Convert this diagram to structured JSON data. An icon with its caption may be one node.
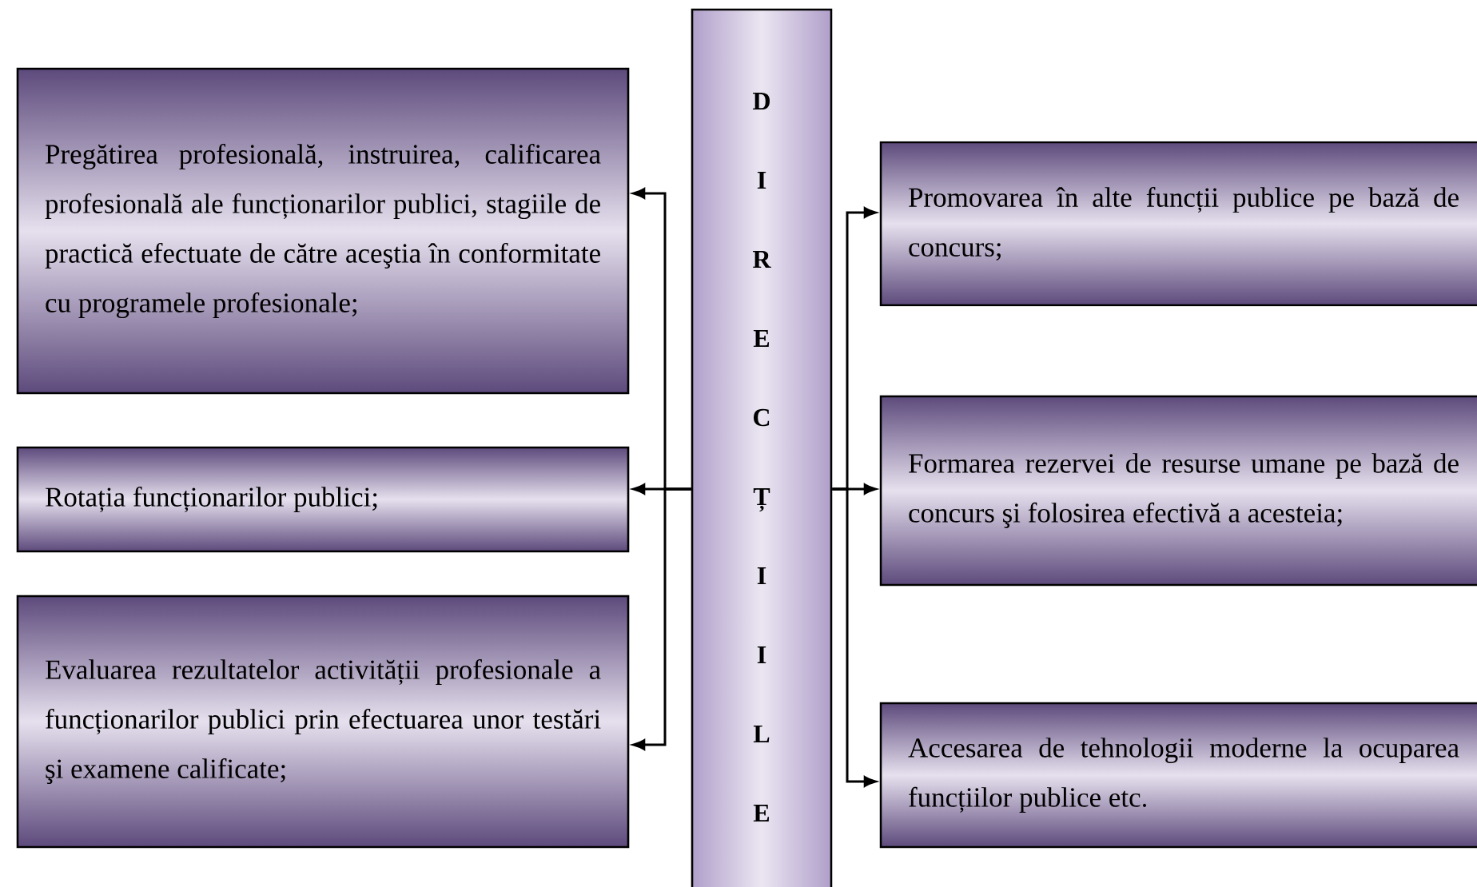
{
  "diagram": {
    "nodes": [
      {
        "text": [
          "Pregătirea profesională, instruirea, calificarea profesională ale funcționarilor publici, stagiile de practică efectuate de către aceştia în conformitate cu programele profesionale;"
        ]
      },
      {
        "text": [
          "Rotația funcționarilor publici;"
        ]
      },
      {
        "text": [
          "Evaluarea rezultatelor activității profesionale a funcționarilor publici prin efectuarea unor testări şi examene calificate;"
        ]
      },
      {
        "text": [
          "DIRECȚIILE"
        ]
      },
      {
        "text": [
          "Promovarea în alte funcții publice pe bază de concurs;"
        ]
      },
      {
        "text": [
          "Formarea rezervei de resurse umane pe bază de concurs şi folosirea efectivă a acesteia;"
        ]
      },
      {
        "text": [
          "Accesarea de tehnologii moderne la ocuparea funcțiilor publice etc."
        ]
      }
    ],
    "edges": [
      {
        "from": 3,
        "to": 0,
        "arrow": "to"
      },
      {
        "from": 3,
        "to": 1,
        "arrow": "to"
      },
      {
        "from": 3,
        "to": 2,
        "arrow": "to"
      },
      {
        "from": 3,
        "to": 4,
        "arrow": "to"
      },
      {
        "from": 3,
        "to": 5,
        "arrow": "to"
      },
      {
        "from": 3,
        "to": 6,
        "arrow": "to"
      }
    ]
  }
}
